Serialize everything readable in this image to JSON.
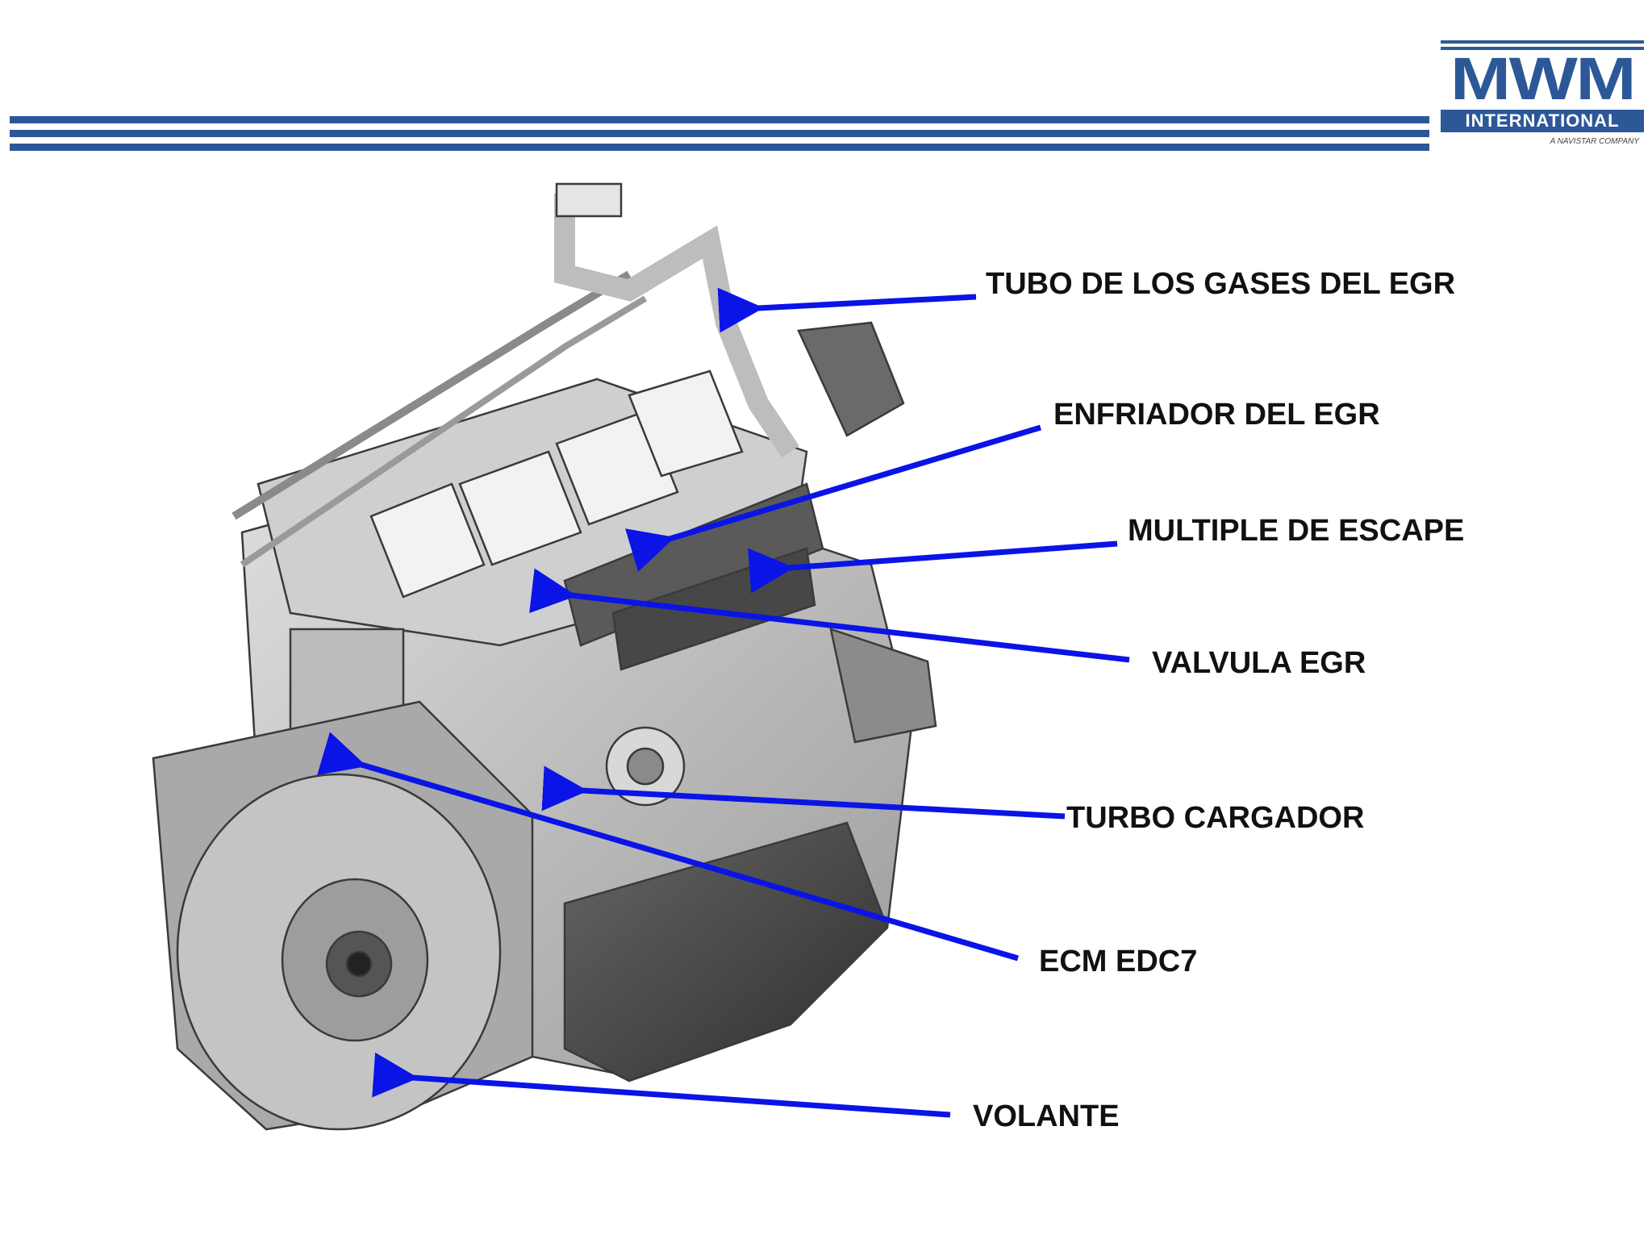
{
  "logo": {
    "wordmark": "MWM",
    "subtitle": "INTERNATIONAL",
    "tagline": "A NAVISTAR COMPANY"
  },
  "colors": {
    "brand_blue": "#2c5898",
    "arrow_blue": "#0a14e6",
    "label_text": "#111111"
  },
  "callouts": [
    {
      "id": "egr-gas-tube",
      "label": "TUBO DE LOS GASES DEL EGR"
    },
    {
      "id": "egr-cooler",
      "label": "ENFRIADOR DEL EGR"
    },
    {
      "id": "exhaust-manifold",
      "label": "MULTIPLE DE ESCAPE"
    },
    {
      "id": "egr-valve",
      "label": "VALVULA EGR"
    },
    {
      "id": "turbocharger",
      "label": "TURBO CARGADOR"
    },
    {
      "id": "ecm",
      "label": "ECM EDC7"
    },
    {
      "id": "flywheel",
      "label": "VOLANTE"
    }
  ]
}
